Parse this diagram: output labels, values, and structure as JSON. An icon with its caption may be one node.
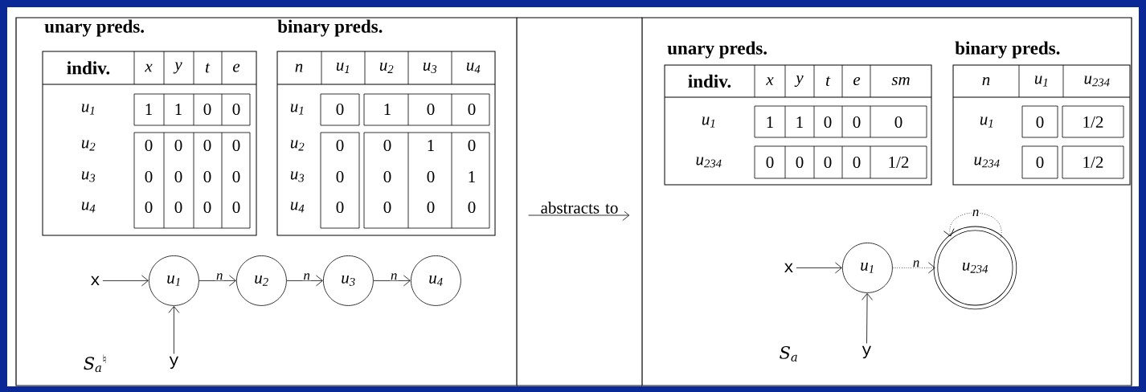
{
  "diagram": {
    "nodes": [
      {
        "text": [
          "S$_{a}$$^{♮}$"
        ]
      },
      {
        "text": [
          "S$_{a}$"
        ]
      },
      {
        "text": [
          "x"
        ],
        "in": 0
      },
      {
        "text": [
          "u$_{1}$"
        ],
        "in": 0
      },
      {
        "text": [
          "u$_{2}$"
        ],
        "in": 0
      },
      {
        "text": [
          "u$_{3}$"
        ],
        "in": 0
      },
      {
        "text": [
          "u$_{4}$"
        ],
        "in": 0
      },
      {
        "text": [
          "y"
        ],
        "in": 0
      },
      {
        "text": [
          "x"
        ],
        "in": 1
      },
      {
        "text": [
          "u$_{1}$"
        ],
        "in": 1
      },
      {
        "text": [
          "u$_{234}$"
        ],
        "in": 1
      },
      {
        "text": [
          "y"
        ],
        "in": 1
      }
    ],
    "edges": [
      {
        "from": 0,
        "to": 1,
        "arrow": "to",
        "label": "abstracts to"
      },
      {
        "from": 2,
        "to": 3,
        "arrow": "to"
      },
      {
        "from": 3,
        "to": 4,
        "arrow": "to",
        "label": "n"
      },
      {
        "from": 4,
        "to": 5,
        "arrow": "to",
        "label": "n"
      },
      {
        "from": 5,
        "to": 6,
        "arrow": "to",
        "label": "n"
      },
      {
        "from": 7,
        "to": 3,
        "arrow": "to"
      },
      {
        "from": 8,
        "to": 9,
        "arrow": "to"
      },
      {
        "from": 9,
        "to": 10,
        "arrow": "to",
        "label": "n",
        "style": "dashed"
      },
      {
        "from": 10,
        "to": 10,
        "arrow": "to",
        "label": "n",
        "style": "dashed"
      },
      {
        "from": 11,
        "to": 9,
        "arrow": "to"
      }
    ],
    "labels": [
      "unary preds.",
      "indiv.",
      "x",
      "y",
      "t",
      "e",
      "u$_{1}$",
      "1",
      "1",
      "0",
      "0",
      "u$_{2}$",
      "0",
      "0",
      "0",
      "0",
      "u$_{3}$",
      "0",
      "0",
      "0",
      "0",
      "u$_{4}$",
      "0",
      "0",
      "0",
      "0",
      "binary preds.",
      "n",
      "u$_{1}$",
      "u$_{2}$",
      "u$_{3}$",
      "u$_{4}$",
      "u$_{1}$",
      "0",
      "1",
      "0",
      "0",
      "u$_{2}$",
      "0",
      "0",
      "1",
      "0",
      "u$_{3}$",
      "0",
      "0",
      "0",
      "1",
      "u$_{4}$",
      "0",
      "0",
      "0",
      "0",
      "unary preds.",
      "indiv.",
      "x",
      "y",
      "t",
      "e",
      "sm",
      "u$_{1}$",
      "1",
      "1",
      "0",
      "0",
      "0",
      "u$_{234}$",
      "0",
      "0",
      "0",
      "0",
      "1/2",
      "binary preds.",
      "n",
      "u$_{1}$",
      "u$_{234}$",
      "u$_{1}$",
      "0",
      "1/2",
      "u$_{234}$",
      "0",
      "1/2"
    ]
  }
}
